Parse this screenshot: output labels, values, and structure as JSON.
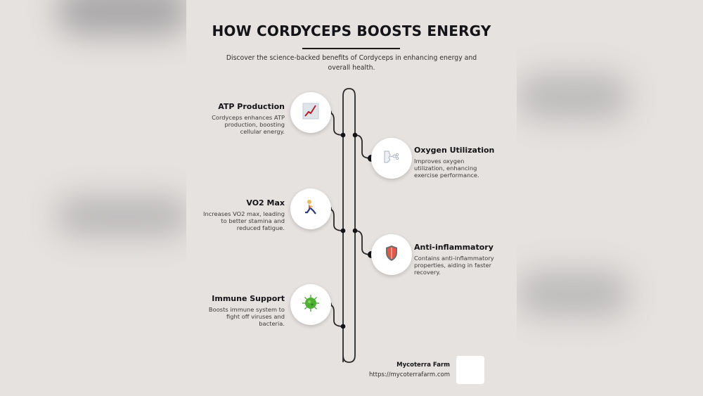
{
  "header": {
    "title": "HOW CORDYCEPS BOOSTS ENERGY",
    "subtitle": "Discover the science-backed benefits of Cordyceps in enhancing energy and overall health."
  },
  "benefits": [
    {
      "side": "left",
      "title": "ATP Production",
      "description": "Cordyceps enhances ATP production, boosting cellular energy.",
      "icon": "chart-increasing-icon"
    },
    {
      "side": "right",
      "title": "Oxygen Utilization",
      "description": "Improves oxygen utilization, enhancing exercise performance.",
      "icon": "breath-face-icon"
    },
    {
      "side": "left",
      "title": "VO2 Max",
      "description": "Increases VO2 max, leading to better stamina and reduced fatigue.",
      "icon": "runner-icon"
    },
    {
      "side": "right",
      "title": "Anti-inflammatory",
      "description": "Contains anti-inflammatory properties, aiding in faster recovery.",
      "icon": "shield-icon"
    },
    {
      "side": "left",
      "title": "Immune Support",
      "description": "Boosts immune system to fight off viruses and bacteria.",
      "icon": "virus-icon"
    }
  ],
  "footer": {
    "brand": "Mycoterra Farm",
    "url": "https://mycoterrafarm.com"
  },
  "colors": {
    "background": "#e6e2e0",
    "text": "#141418",
    "line": "#2a2a2a",
    "card": "#ffffff"
  }
}
